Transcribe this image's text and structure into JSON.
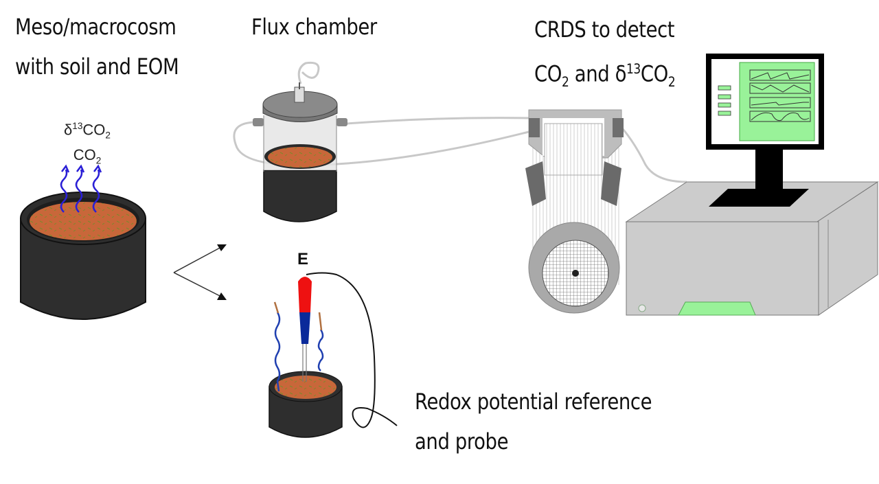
{
  "labels": {
    "mesocosm": {
      "line1": "Meso/macrocosm",
      "line2": "with soil and EOM"
    },
    "flux_chamber": "Flux chamber",
    "crds": {
      "line1": "CRDS to detect",
      "line2_co2": "CO",
      "line2_sub": "2",
      "line2_mid": " and δ",
      "line2_sup": "13",
      "line2_co2b": "CO",
      "line2_sub2": "2"
    },
    "emissions": {
      "delta": "δ",
      "sup": "13",
      "co": "CO",
      "sub": "2",
      "co2": "CO",
      "sub2": "2"
    },
    "electrode": "E",
    "redox": {
      "line1": "Redox potential reference",
      "line2": "and probe"
    }
  },
  "colors": {
    "soil": "#c8673a",
    "container": "#2e2e2e",
    "gas_arrows": "#2a1fd6",
    "probe_top": "#ee1111",
    "probe_bottom": "#0a2a9a",
    "screen": "#99f299",
    "instrument": "#cccccc"
  }
}
